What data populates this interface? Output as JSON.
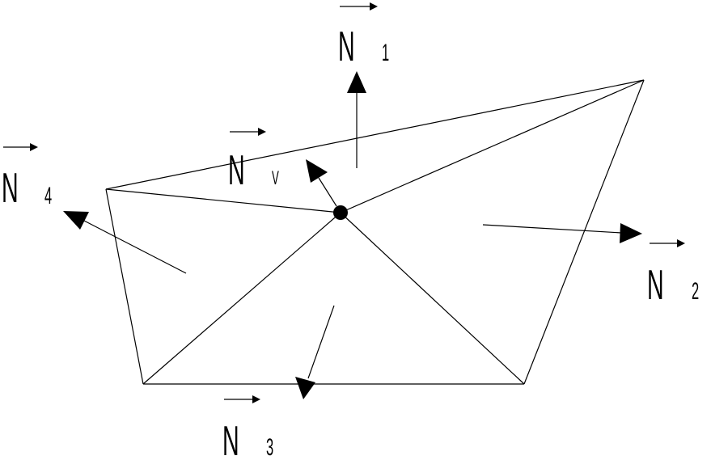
{
  "labels": {
    "n1": {
      "symbol": "N",
      "index": "1"
    },
    "n2": {
      "symbol": "N",
      "index": "2"
    },
    "n3": {
      "symbol": "N",
      "index": "3"
    },
    "n4": {
      "symbol": "N",
      "index": "4"
    },
    "nv": {
      "symbol": "N",
      "index": "V"
    }
  },
  "colors": {
    "stroke": "#000000",
    "background": "#ffffff"
  }
}
